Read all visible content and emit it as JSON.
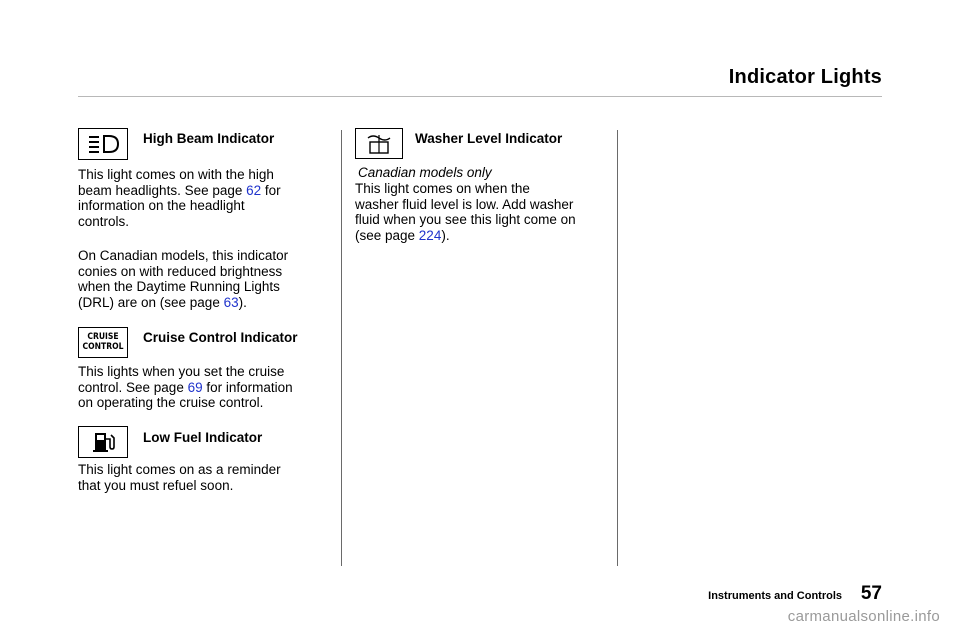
{
  "header": {
    "title": "Indicator Lights"
  },
  "high_beam": {
    "heading": "High Beam Indicator",
    "para1_a": "This light comes on with the high\nbeam headlights. See page ",
    "para1_link": "62",
    "para1_b": " for\ninformation on the headlight\ncontrols.",
    "para2_a": "On Canadian models, this indicator\nconies on with reduced brightness\nwhen the Daytime Running Lights\n(DRL) are on (see page ",
    "para2_link": "63",
    "para2_b": ")."
  },
  "cruise": {
    "icon_line1": "CRUISE",
    "icon_line2": "CONTROL",
    "heading": "Cruise Control Indicator",
    "para_a": "This lights when you set the cruise\ncontrol. See page ",
    "para_link": "69",
    "para_b": " for information\non operating the cruise control."
  },
  "low_fuel": {
    "heading": "Low Fuel Indicator",
    "para": "This light comes on as a reminder\nthat you must refuel soon."
  },
  "washer": {
    "heading": "Washer Level Indicator",
    "note": "Canadian models only",
    "para_a": "This light comes on when the\nwasher fluid level is low. Add washer\nfluid when you see this light come on\n(see page ",
    "para_link": "224",
    "para_b": ")."
  },
  "icons": {
    "high_beam": "high-beam-icon",
    "low_fuel": "fuel-pump-icon",
    "washer": "washer-fluid-icon"
  },
  "footer": {
    "section": "Instruments and Controls",
    "page_number": "57",
    "watermark": "carmanualsonline.info"
  },
  "colors": {
    "link": "#1f33cc",
    "rule": "#b8b8b8",
    "watermark": "#9a9a9a"
  }
}
